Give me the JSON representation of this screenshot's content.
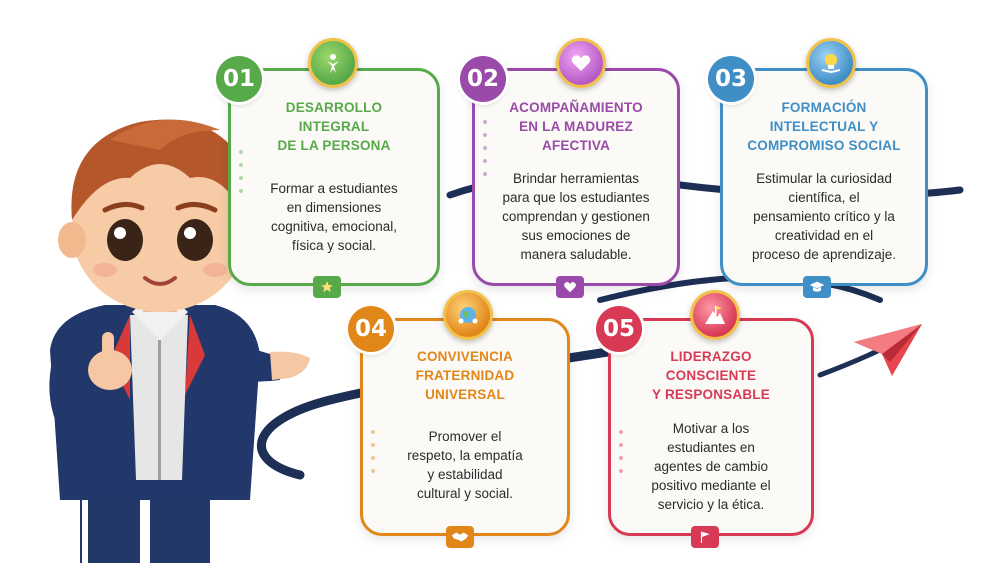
{
  "colors": {
    "green": "#57a94a",
    "purple": "#9a4aa8",
    "blue": "#3f8ec6",
    "orange": "#e1871a",
    "red": "#d83a55",
    "navy": "#1d2f55"
  },
  "cards": [
    {
      "number": "01",
      "title": "DESARROLLO\nINTEGRAL\nDE LA PERSONA",
      "description": "Formar a estudiantes\nen dimensiones\ncognitiva, emocional,\nfísica y social.",
      "badge_icon": "person-leaves-icon",
      "tab_icon": "star-icon"
    },
    {
      "number": "02",
      "title": "ACOMPAÑAMIENTO\nEN LA MADUREZ\nAFECTIVA",
      "description": "Brindar herramientas\npara que los estudiantes\ncomprendan y gestionen\nsus emociones de\nmanera saludable.",
      "badge_icon": "heart-hands-icon",
      "tab_icon": "heart-icon"
    },
    {
      "number": "03",
      "title": "FORMACIÓN\nINTELECTUAL Y\nCOMPROMISO SOCIAL",
      "description": "Estimular la curiosidad\ncientífica, el\npensamiento crítico y la\ncreatividad en el\nproceso de aprendizaje.",
      "badge_icon": "lightbulb-book-icon",
      "tab_icon": "graduation-cap-icon"
    },
    {
      "number": "04",
      "title": "CONVIVENCIA\nFRATERNIDAD\nUNIVERSAL",
      "description": "Promover el\nrespeto, la empatía\ny estabilidad\ncultural y social.",
      "badge_icon": "globe-people-icon",
      "tab_icon": "handshake-icon"
    },
    {
      "number": "05",
      "title": "LIDERAZGO\nCONSCIENTE\nY RESPONSABLE",
      "description": "Motivar a los\nestudiantes en\nagentes de cambio\npositivo mediante el\nservicio y la ética.",
      "badge_icon": "mountain-flag-icon",
      "tab_icon": "flag-icon"
    }
  ]
}
